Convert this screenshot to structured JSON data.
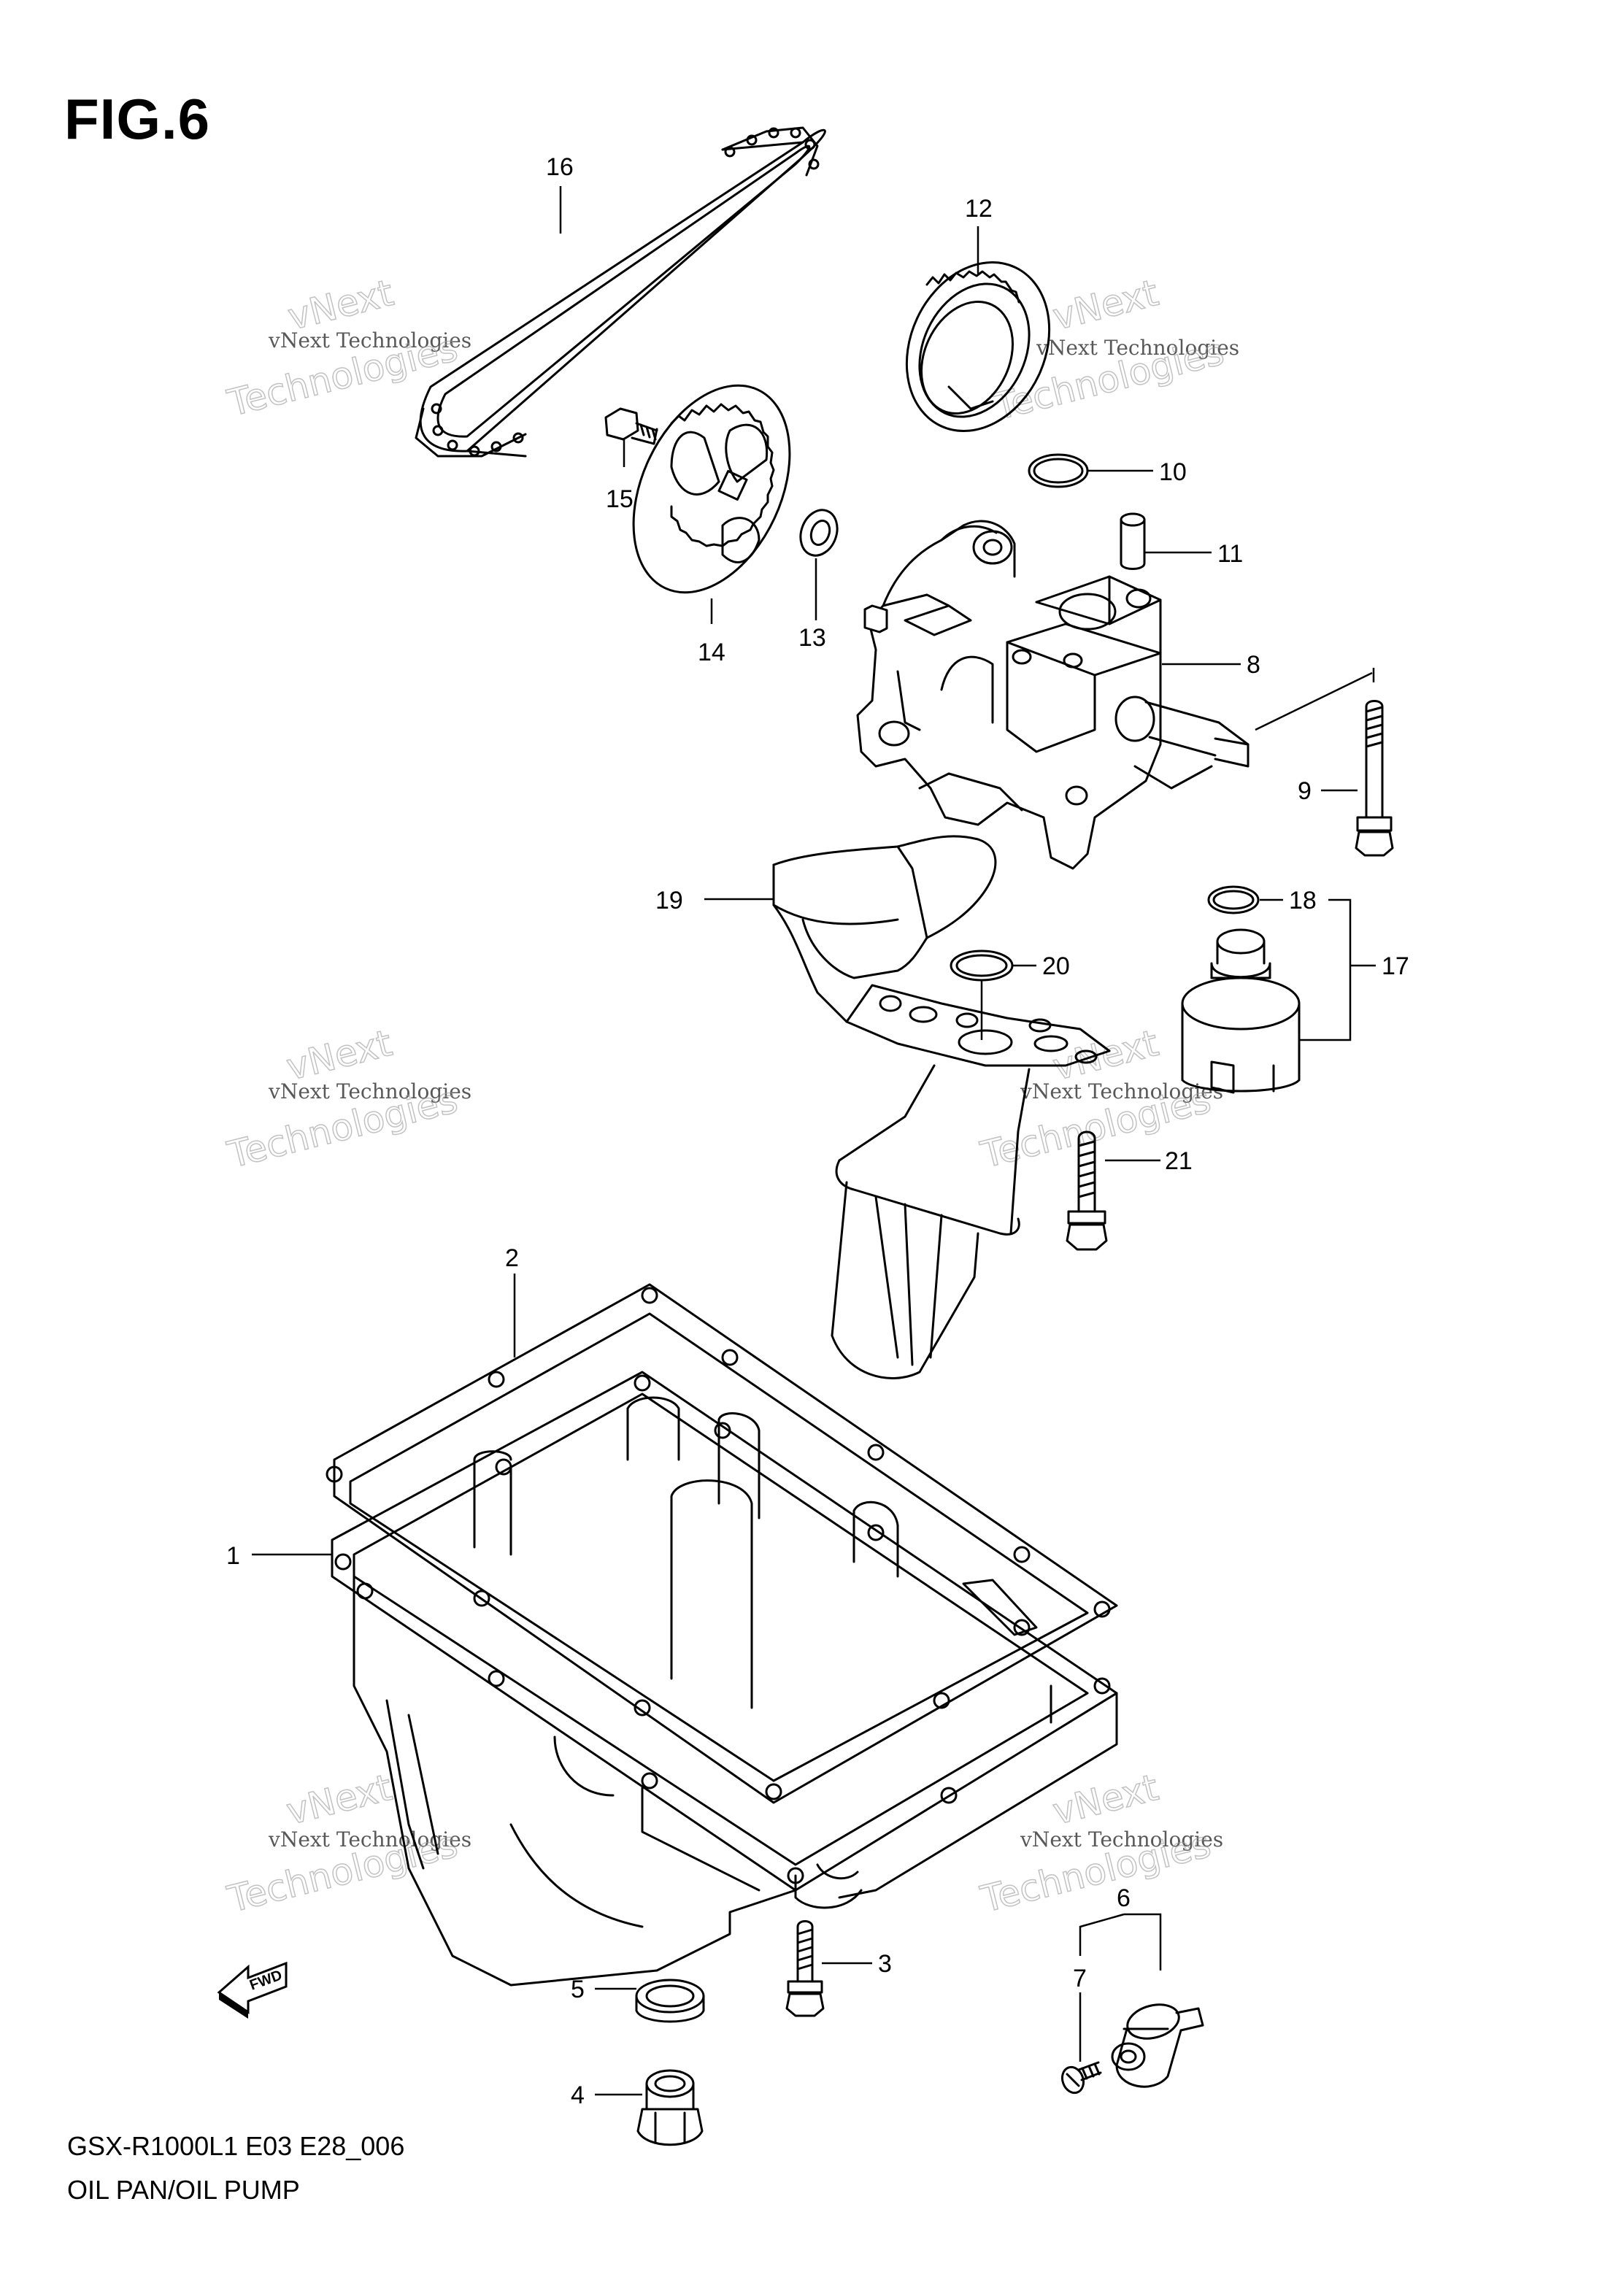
{
  "figure": {
    "title": "FIG.6",
    "model_code": "GSX-R1000L1 E03 E28_006",
    "section_title": "OIL PAN/OIL PUMP"
  },
  "watermark": {
    "line1": "vNext Technologies",
    "line2": "vNext",
    "line3": "Technologies"
  },
  "direction_marker": {
    "label": "FWD"
  },
  "callouts": {
    "c1": "1",
    "c2": "2",
    "c3": "3",
    "c4": "4",
    "c5": "5",
    "c6": "6",
    "c7": "7",
    "c8": "8",
    "c9": "9",
    "c10": "10",
    "c11": "11",
    "c12": "12",
    "c13": "13",
    "c14": "14",
    "c15": "15",
    "c16": "16",
    "c17": "17",
    "c18": "18",
    "c19": "19",
    "c20": "20",
    "c21": "21"
  },
  "colors": {
    "line": "#000000",
    "background": "#ffffff",
    "watermark": "#9a9a9a"
  }
}
